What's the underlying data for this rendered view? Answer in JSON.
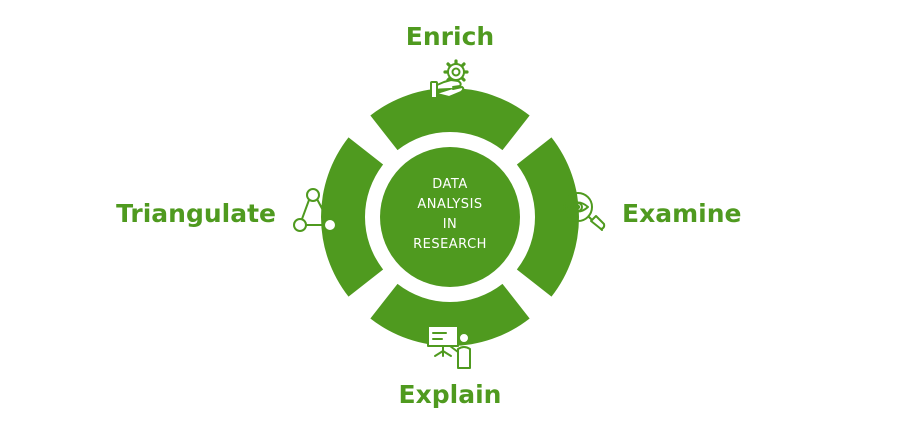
{
  "colors": {
    "accent": "#4f9a1f",
    "background": "#ffffff"
  },
  "center": {
    "lines": [
      "DATA",
      "ANALYSIS",
      "IN",
      "RESEARCH"
    ]
  },
  "stages": {
    "top": {
      "label": "Enrich",
      "icon": "gear-hand-icon"
    },
    "right": {
      "label": "Examine",
      "icon": "magnifier-eye-icon"
    },
    "bottom": {
      "label": "Explain",
      "icon": "presenter-board-icon"
    },
    "left": {
      "label": "Triangulate",
      "icon": "triangle-network-icon"
    }
  }
}
